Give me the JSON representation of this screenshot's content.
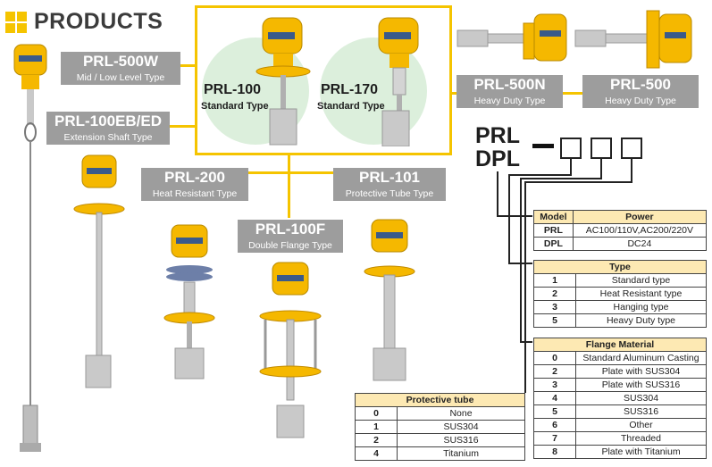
{
  "header": {
    "title": "PRODUCTS"
  },
  "colors": {
    "accent": "#f5c400",
    "label_bg": "#9d9d9d",
    "table_header": "#fde9b3",
    "circle": "#dcefdc"
  },
  "products": {
    "prl500w": {
      "name": "PRL-500W",
      "sub": "Mid / Low Level Type"
    },
    "prl100eb": {
      "name": "PRL-100EB/ED",
      "sub": "Extension Shaft Type"
    },
    "prl200": {
      "name": "PRL-200",
      "sub": "Heat Resistant Type"
    },
    "prl101": {
      "name": "PRL-101",
      "sub": "Protective Tube Type"
    },
    "prl100f": {
      "name": "PRL-100F",
      "sub": "Double Flange Type"
    },
    "prl500n": {
      "name": "PRL-500N",
      "sub": "Heavy Duty Type"
    },
    "prl500": {
      "name": "PRL-500",
      "sub": "Heavy Duty Type"
    },
    "prl100": {
      "name": "PRL-100",
      "sub": "Standard Type"
    },
    "prl170": {
      "name": "PRL-170",
      "sub": "Standard Type"
    }
  },
  "model_code": {
    "line1": "PRL",
    "line2": "DPL"
  },
  "tables": {
    "power": {
      "headers": [
        "Model",
        "Power"
      ],
      "rows": [
        [
          "PRL",
          "AC100/110V,AC200/220V"
        ],
        [
          "DPL",
          "DC24"
        ]
      ]
    },
    "type": {
      "header": "Type",
      "rows": [
        [
          "1",
          "Standard type"
        ],
        [
          "2",
          "Heat Resistant type"
        ],
        [
          "3",
          "Hanging type"
        ],
        [
          "5",
          "Heavy Duty type"
        ]
      ]
    },
    "flange": {
      "header": "Flange Material",
      "rows": [
        [
          "0",
          "Standard Aluminum Casting"
        ],
        [
          "2",
          "Plate with SUS304"
        ],
        [
          "3",
          "Plate with SUS316"
        ],
        [
          "4",
          "SUS304"
        ],
        [
          "5",
          "SUS316"
        ],
        [
          "6",
          "Other"
        ],
        [
          "7",
          "Threaded"
        ],
        [
          "8",
          "Plate with Titanium"
        ]
      ]
    },
    "tube": {
      "header": "Protective tube",
      "rows": [
        [
          "0",
          "None"
        ],
        [
          "1",
          "SUS304"
        ],
        [
          "2",
          "SUS316"
        ],
        [
          "4",
          "Titanium"
        ]
      ]
    }
  }
}
